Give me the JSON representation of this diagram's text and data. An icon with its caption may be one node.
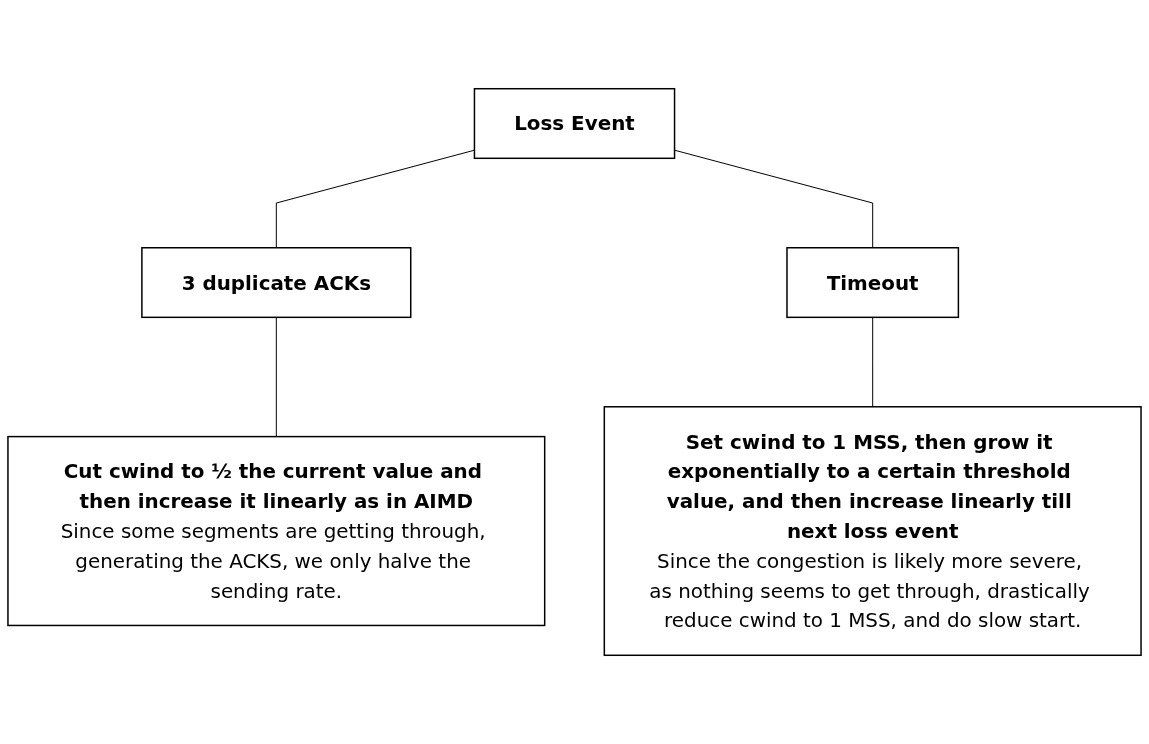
{
  "diagram": {
    "nodes": [
      {
        "text": [
          "Loss Event"
        ]
      },
      {
        "text": [
          "3 duplicate ACKs"
        ]
      },
      {
        "text": [
          "Timeout"
        ]
      },
      {
        "text": [
          "Cut cwind to ½ the current value and then increase it linearly as in AIMD",
          "Since some segments are getting through, generating the ACKS, we only halve the sending rate."
        ]
      },
      {
        "text": [
          "Set cwind to 1 MSS, then grow it exponentially to a certain threshold value, and then increase linearly till next loss event",
          "Since the congestion is likely more severe, as nothing seems to get through, drastically reduce cwind to 1 MSS, and do slow start."
        ]
      }
    ],
    "edges": [
      {
        "from": 0,
        "to": 1,
        "arrow": "none"
      },
      {
        "from": 0,
        "to": 2,
        "arrow": "none"
      },
      {
        "from": 1,
        "to": 3,
        "arrow": "none"
      },
      {
        "from": 2,
        "to": 4,
        "arrow": "none"
      }
    ]
  }
}
